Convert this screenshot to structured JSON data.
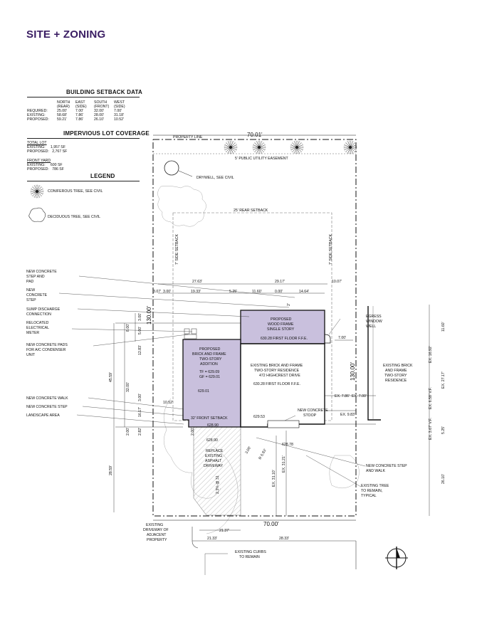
{
  "page_title": "SITE + ZONING",
  "setback": {
    "title": "BUILDING SETBACK  DATA",
    "columns": [
      "",
      "NORTH\n(REAR)",
      "EAST\n(SIDE)",
      "SOUTH\n(FRONT)",
      "WEST\n(SIDE)"
    ],
    "col_top": [
      "",
      "NORTH",
      "EAST",
      "SOUTH",
      "WEST"
    ],
    "col_bot": [
      "",
      "(REAR)",
      "(SIDE)",
      "(FRONT)",
      "(SIDE)"
    ],
    "rows": [
      [
        "REQUIRED:",
        "25.00'",
        "7.00'",
        "32.00'",
        "7.00'"
      ],
      [
        "EXISTING:",
        "58.68'",
        "7.86'",
        "28.00'",
        "31.18'"
      ],
      [
        "PROPOSED:",
        "59.21'",
        "7.86'",
        "26.10'",
        "10.52'"
      ]
    ]
  },
  "impervious": {
    "title": "IMPERVIOUS LOT COVERAGE",
    "total_lot_label": "TOTAL LOT",
    "total_rows": [
      [
        "EXISTING:",
        "1,957 SF"
      ],
      [
        "PROPOSED:",
        "2,767 SF"
      ]
    ],
    "front_yard_label": "FRONT YARD",
    "front_rows": [
      [
        "EXISTING:",
        "600 SF"
      ],
      [
        "PROPOSED:",
        "786 SF"
      ]
    ]
  },
  "legend": {
    "title": "LEGEND",
    "coniferous": "CONIFEROUS TREE, SEE CIVIL",
    "deciduous": "DECIDUOUS TREE, SEE CIVIL"
  },
  "plan": {
    "property_line": "PROPERTY LINE",
    "top_width": "70.01'",
    "bottom_width": "70.00'",
    "easement": "5' PUBLIC UTILITY EASEMENT",
    "drywell": "DRYWELL, SEE CIVIL",
    "rear_setback": "25' REAR SETBACK",
    "side_setback_left": "7' SIDE SETBACK",
    "side_setback_right": "7' SIDE SETBACK",
    "front_setback": "32' FRONT SETBACK",
    "depth_left": "130.00'",
    "depth_right": "130.00'",
    "proposed_wood": [
      "PROPOSED",
      "WOOD FRAME",
      "SINGLE STORY"
    ],
    "proposed_wood_ffe": "630.28 FIRST FLOOR F.F.E.",
    "proposed_brick": [
      "PROPOSED",
      "BRICK AND FRAME",
      "TWO-STORY",
      "ADDITION"
    ],
    "proposed_brick_elev": [
      "TF = 629.09",
      "GF = 629.01"
    ],
    "existing_res": [
      "EXISTING BRICK AND FRAME",
      "TWO-STORY RESIDENCE",
      "472 HIGHCREST DRIVE"
    ],
    "existing_ffe": "630.28 FIRST FLOOR F.F.E.",
    "adjacent_res": [
      "EXISTING BRICK",
      "AND FRAME",
      "TWO-STORY",
      "RESIDENCE"
    ],
    "egress": [
      "EGRESS",
      "WINDOW",
      "WELL"
    ],
    "driveway": [
      "REPLACE",
      "EXISTING",
      "ASPHALT",
      "DRIVEWAY"
    ],
    "slope": "2.3% @ 31",
    "adj_driveway": [
      "EXISTING",
      "DRIVEWAY OF",
      "ADJACENT",
      "PROPERTY"
    ],
    "curbs": [
      "EXISTING CURBS",
      "TO REMAIN"
    ],
    "new_stoop": [
      "NEW CONCRETE",
      "STOOP"
    ],
    "elev_629_01": "629.01",
    "elev_629_53": "629.53",
    "elev_628_90a": "628.90",
    "elev_628_90b": "628.90",
    "elev_628_78": "628.78",
    "dims": {
      "d27_63": "27.63'",
      "d29_17": "29.17'",
      "d10_07": "10.07'",
      "d3_07": "3.07'",
      "d3_00a": "3.00'",
      "d19_33": "19.33'",
      "d5_25": "5.25'",
      "d11_60": "11.60'",
      "d0_00": "0.00'",
      "d14_64": "14.64'",
      "d2_": "2'",
      "d3_00b": "3.00'",
      "d8_00": "8.00'",
      "d5_00": "5.00'",
      "d12_83": "12.83'",
      "d45_59": "45.59'",
      "d32_00": "32.00'",
      "d3_00c": "3.00'",
      "d16_17": "16.17'",
      "d10_52": "10.52'",
      "d2_00": "2.00'",
      "d2_82": "2.82'",
      "d28_59": "28.59'",
      "d7_00": "7.00'",
      "d11_60r": "11.60'",
      "ex16_92": "EX. 16.92'",
      "ex27_17": "EX. 27.17'",
      "ex6_58": "EX. 6.58' V.F.",
      "ex7_86": "EX. 7.86'",
      "ex7_00": "EX. 7.00'",
      "ex9_83": "EX. 9.83'",
      "ex3_67": "EX. 3.67' V.F.",
      "d5_25b": "5.25'",
      "d26_10": "26.10'",
      "d3_00d": "3.00'",
      "r6_83": "R 6.83'",
      "ex31_10": "EX. 31.10'",
      "ex31_21": "EX. 31.21'",
      "d21_37": "21.37'",
      "d21_33": "21.33'",
      "d28_33": "28.33'",
      "d2_00b": "2.00'"
    }
  },
  "callouts": {
    "step_pad": [
      "NEW CONCRETE",
      "STEP AND",
      "PAD"
    ],
    "step": [
      "NEW",
      "CONCRETE",
      "STEP"
    ],
    "sump": [
      "SUMP DISCHARGE",
      "CONNECTION"
    ],
    "meter": [
      "RELOCATED",
      "ELECTRICAL",
      "METER"
    ],
    "pads": [
      "NEW CONCRETE PADS",
      "FOR A/C CONDENSER",
      "UNIT"
    ],
    "walk": "NEW CONCRETE WALK",
    "step2": "NEW CONCRETE STEP",
    "landscape": "LANDSCAPE AREA",
    "step_walk": [
      "NEW CONCRETE STEP",
      "AND WALK"
    ],
    "tree": [
      "EXISTING TREE",
      "TO REMAIN,",
      "TYPICAL"
    ]
  },
  "colors": {
    "title": "#3a1d63",
    "proposed_fill": "#c9c0dd"
  }
}
